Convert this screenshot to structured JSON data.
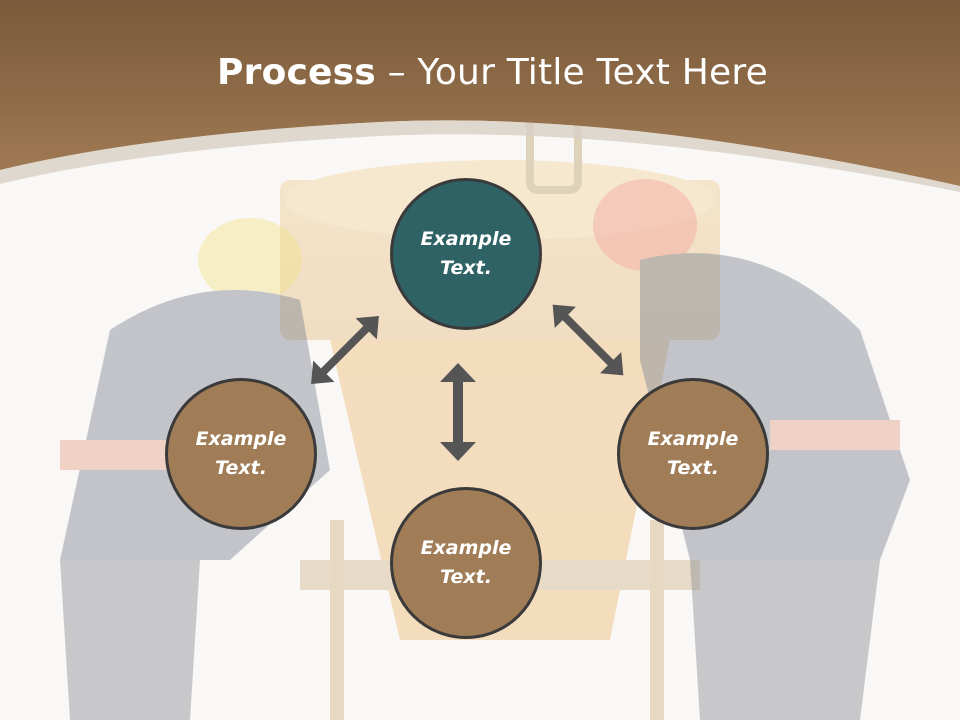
{
  "header": {
    "title_bold": "Process",
    "title_rest": " – Your Title Text Here"
  },
  "diagram": {
    "top": "Example Text.",
    "left": "Example Text.",
    "right": "Example Text.",
    "bottom": "Example Text."
  },
  "colors": {
    "header_brown": "#8d6a45",
    "teal_circle": "#2f6264",
    "brown_circle": "#a07c57",
    "arrow": "#555555"
  }
}
